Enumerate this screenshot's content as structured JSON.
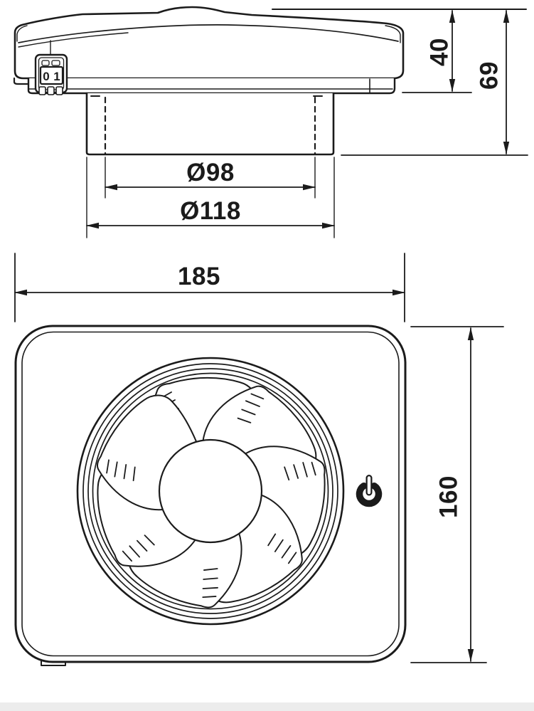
{
  "drawing": {
    "type": "technical-dimension-drawing",
    "subject": "extractor fan, side elevation and front view"
  },
  "colors": {
    "line": "#1b1b1b",
    "background": "#ffffff",
    "footer_strip": "#ececec"
  },
  "side_view": {
    "dims": {
      "depth_housing": "40",
      "depth_total": "69",
      "duct_inner_diameter": "Ø98",
      "duct_outer_diameter": "Ø118"
    },
    "switch": {
      "off_label": "0",
      "on_label": "1"
    }
  },
  "front_view": {
    "dims": {
      "width": "185",
      "height": "160"
    },
    "icons": {
      "power_button": "power-symbol"
    }
  }
}
